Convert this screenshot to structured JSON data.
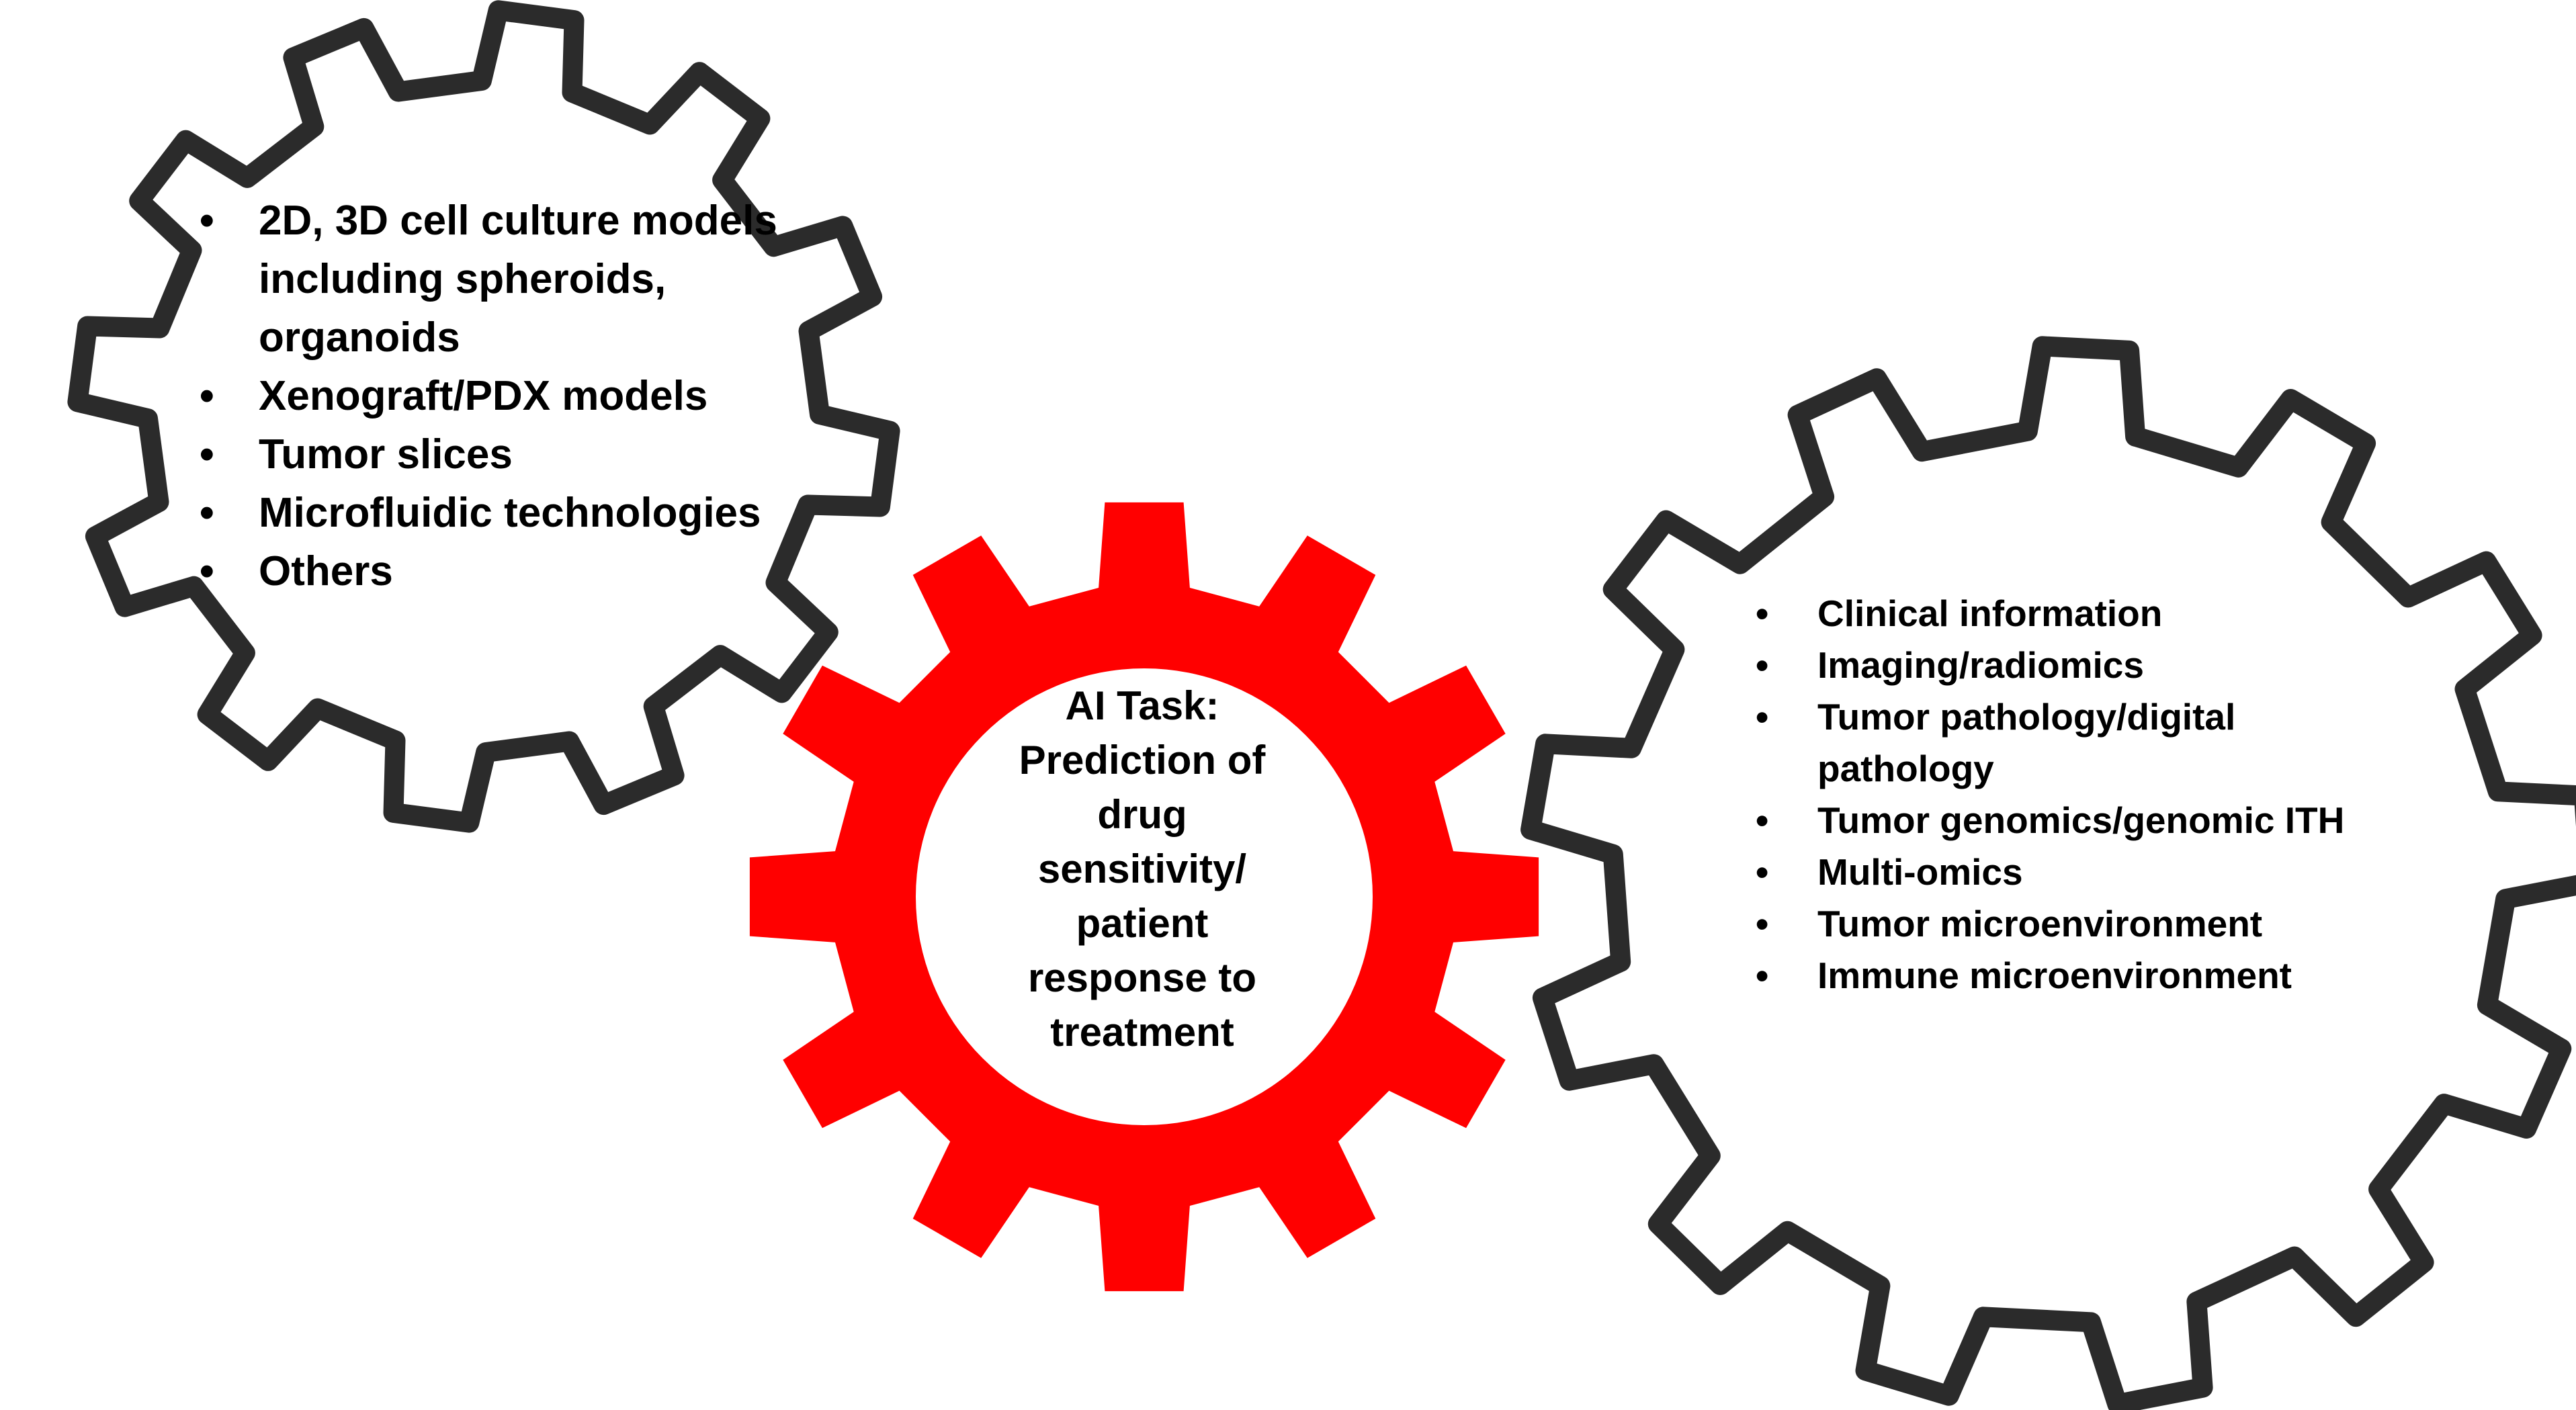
{
  "colors": {
    "outline_gear": "#2b2b2b",
    "center_gear": "#ff0000",
    "gear_fill": "#ffffff",
    "text": "#000000"
  },
  "left_gear": {
    "items": [
      "2D, 3D cell culture models including spheroids, organoids",
      "Xenograft/PDX models",
      "Tumor slices",
      "Microfluidic technologies",
      "Others"
    ]
  },
  "center_gear": {
    "lines": [
      "AI Task:",
      "Prediction of",
      "drug",
      "sensitivity/",
      "patient",
      "response to",
      "treatment"
    ]
  },
  "right_gear": {
    "items": [
      "Clinical information",
      "Imaging/radiomics",
      "Tumor pathology/digital pathology",
      "Tumor genomics/genomic ITH",
      "Multi-omics",
      "Tumor microenvironment",
      "Immune microenvironment"
    ]
  }
}
